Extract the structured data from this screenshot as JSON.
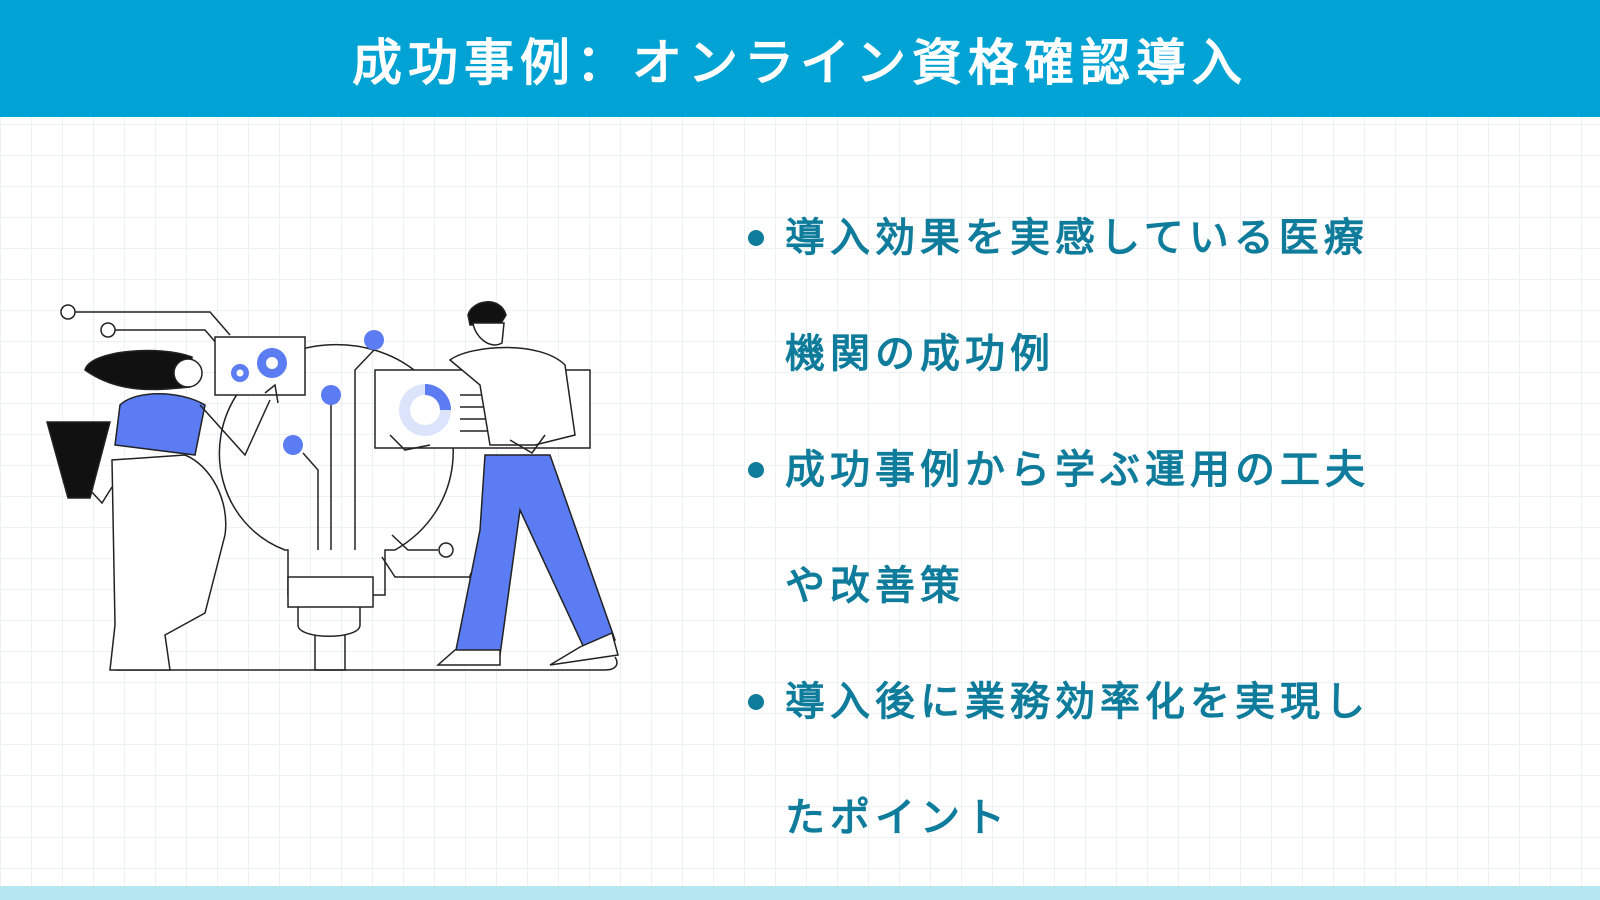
{
  "header": {
    "title": "成功事例：オンライン資格確認導入"
  },
  "bullets": [
    {
      "line1": "導入効果を実感している医療",
      "line2": "機関の成功例"
    },
    {
      "line1": "成功事例から学ぶ運用の工夫",
      "line2": "や改善策"
    },
    {
      "line1": "導入後に業務効率化を実現し",
      "line2": "たポイント"
    }
  ],
  "colors": {
    "header_bg": "#00a3d3",
    "bullet_text": "#0f7c9c",
    "accent_blue": "#5b7cf2",
    "bottom_bar": "#b6e6f0"
  },
  "illustration": {
    "icon": "lightbulb-team-illustration"
  }
}
